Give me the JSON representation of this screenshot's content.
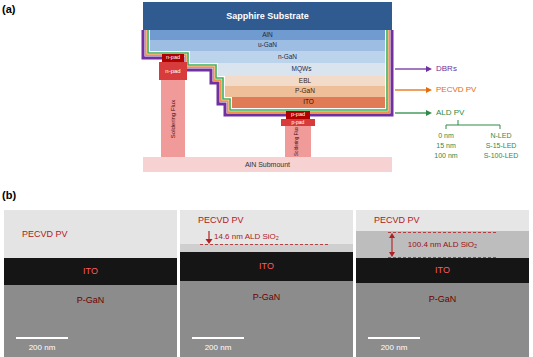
{
  "diagram": {
    "nodes": [
      {
        "text": [
          "Sapphire Substrate"
        ]
      },
      {
        "text": [
          "AlN"
        ]
      },
      {
        "text": [
          "u-GaN"
        ]
      },
      {
        "text": [
          "n-GaN"
        ]
      },
      {
        "text": [
          "MQWs"
        ]
      },
      {
        "text": [
          "EBL"
        ]
      },
      {
        "text": [
          "P-GaN"
        ]
      },
      {
        "text": [
          "ITO"
        ]
      },
      {
        "text": [
          "n-pad"
        ]
      },
      {
        "text": [
          "n-pad"
        ]
      },
      {
        "text": [
          "Soldering Flux"
        ]
      },
      {
        "text": [
          "p-pad"
        ]
      },
      {
        "text": [
          "p-pad"
        ]
      },
      {
        "text": [
          "Soldering Flux"
        ]
      },
      {
        "text": [
          "AlN Submount"
        ]
      },
      {
        "text": [
          "PECVD PV"
        ]
      },
      {
        "text": [
          "ITO"
        ]
      },
      {
        "text": [
          "P-GaN"
        ]
      },
      {
        "text": [
          "PECVD PV"
        ]
      },
      {
        "text": [
          "ITO"
        ]
      },
      {
        "text": [
          "P-GaN"
        ]
      },
      {
        "text": [
          "PECVD PV"
        ]
      },
      {
        "text": [
          "100.4 nm ALD SiO₂"
        ]
      },
      {
        "text": [
          "ITO"
        ]
      },
      {
        "text": [
          "P-GaN"
        ]
      }
    ],
    "labels": [
      "(a)",
      "DBRs",
      "PECVD PV",
      "ALD PV",
      "0 nm",
      "15 nm",
      "100 nm",
      "N-LED",
      "S-15-LED",
      "S-100-LED",
      "(b)",
      "14.6 nm ALD SiO₂",
      "200 nm",
      "200 nm",
      "200 nm"
    ]
  }
}
